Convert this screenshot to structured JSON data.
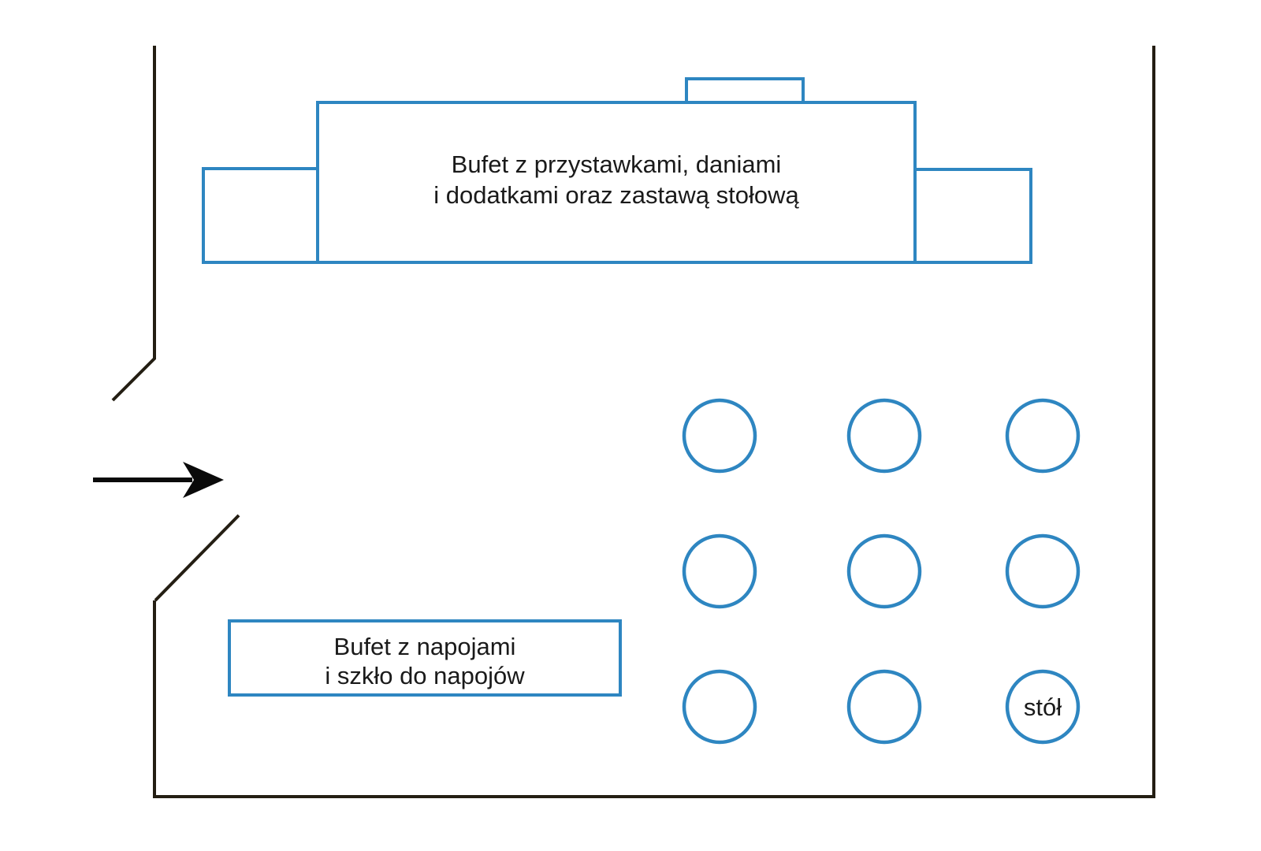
{
  "diagram": {
    "type": "floor-plan",
    "labels": {
      "main_buffet": {
        "line1": "Bufet z przystawkami, daniami",
        "line2": "i dodatkami oraz zastawą stołową"
      },
      "drinks_buffet": {
        "line1": "Bufet z napojami",
        "line2": "i szkło do napojów"
      },
      "table": "stół"
    },
    "tables": {
      "rows": 3,
      "cols": 3,
      "count": 9
    },
    "colors": {
      "furniture_outline": "#2E86C1",
      "wall": "#241E13",
      "arrow": "#0a0a0a",
      "text": "#1a1a1a",
      "background": "#ffffff"
    }
  }
}
